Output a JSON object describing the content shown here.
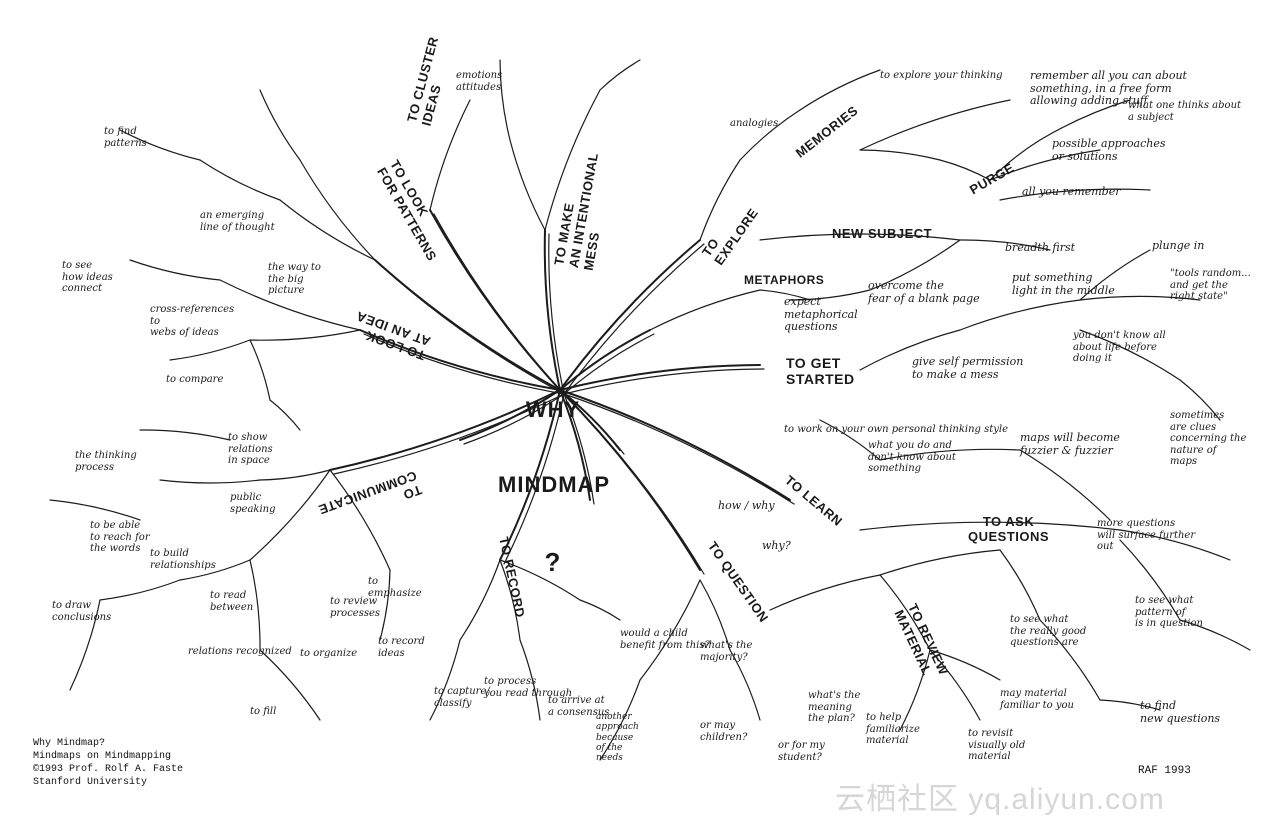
{
  "center": {
    "line1": "WHY",
    "line2": "MINDMAP",
    "line3": "?"
  },
  "branches": [
    {
      "key": "cluster",
      "label": "TO CLUSTER\nIDEAS"
    },
    {
      "key": "patterns",
      "label": "TO LOOK\nFOR PATTERNS"
    },
    {
      "key": "mess",
      "label": "TO MAKE\nAN INTENTIONAL\nMESS"
    },
    {
      "key": "explore",
      "label": "TO\nEXPLORE"
    },
    {
      "key": "memories",
      "label": "MEMORIES"
    },
    {
      "key": "purge",
      "label": "PURGE"
    },
    {
      "key": "newsubject",
      "label": "NEW SUBJECT"
    },
    {
      "key": "metaphors",
      "label": "METAPHORS"
    },
    {
      "key": "getstarted",
      "label": "TO GET\nSTARTED"
    },
    {
      "key": "lookidea",
      "label": "TO LOOK\nAT AN IDEA"
    },
    {
      "key": "communicate",
      "label": "TO\nCOMMUNICATE"
    },
    {
      "key": "record",
      "label": "TO RECORD"
    },
    {
      "key": "question",
      "label": "TO QUESTION"
    },
    {
      "key": "learn",
      "label": "TO LEARN"
    },
    {
      "key": "askq",
      "label": "TO ASK\nQUESTIONS"
    },
    {
      "key": "review",
      "label": "TO REVIEW\nMATERIAL"
    }
  ],
  "notes": [
    "breadth first",
    "put something\nlight in the middle",
    "plunge in",
    "\"tools random...\nand get the\nright state\"",
    "overcome the\nfear of a blank page",
    "give self permission\nto make a mess",
    "you don't know all\nabout life before\ndoing it",
    "to work on your own personal thinking style",
    "what you do and\ndon't know about\nsomething",
    "maps will become\nfuzzier & fuzzier",
    "sometimes\nare clues\nconcerning the\nnature of\nmaps",
    "more questions\nwill surface further\nout",
    "to see what\npattern of\nis in question",
    "to find\nnew questions",
    "to see what\nthe really good\nquestions are",
    "may material\nfamiliar to you",
    "to revisit\nvisually old\nmaterial",
    "to help\nfamiliarize\nmaterial",
    "why?",
    "how / why",
    "what's the\nmajority?",
    "or may\nchildren?",
    "what's the\nmeaning\nthe plan?",
    "or for my\nstudent?",
    "would a child\nbenefit from this?",
    "another\napproach\nbecause\nof the\nneeds",
    "to arrive at\na consensus",
    "to process\nyou read through",
    "to capture/\nclassify",
    "to record\nideas",
    "to\nemphasize",
    "public\nspeaking",
    "to build\nrelationships",
    "to draw\nconclusions",
    "to read\nbetween",
    "to fill",
    "to review\nprocesses",
    "to organize",
    "to be able\nto reach for\nthe words",
    "relations recognized",
    "the thinking\nprocess",
    "to compare",
    "to show\nrelations\nin space",
    "cross-references\nto\nwebs of ideas",
    "to see\nhow ideas\nconnect",
    "to find\npatterns",
    "an emerging\nline of thought",
    "the way to\nthe big\npicture",
    "emotions\nattitudes",
    "what one thinks about\na subject",
    "possible approaches\nor solutions",
    "all you remember",
    "remember all you can about\nsomething, in a free form\nallowing adding stuff",
    "to explore your thinking",
    "analogies",
    "expect\nmetaphorical\nquestions"
  ],
  "credit": {
    "line1": "Why Mindmap?",
    "line2": "Mindmaps on Mindmapping",
    "line3": "©1993 Prof. Rolf A. Faste",
    "line4": "Stanford University"
  },
  "signature": "RAF 1993",
  "watermark": "云栖社区 yq.aliyun.com"
}
